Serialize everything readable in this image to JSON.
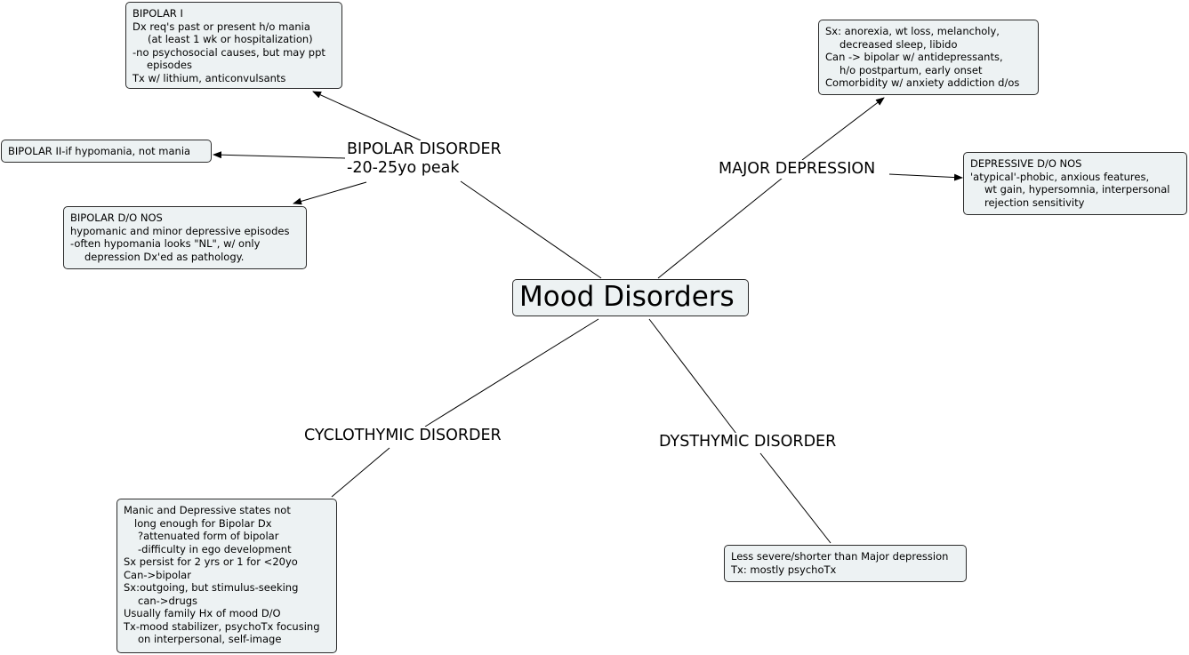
{
  "center": {
    "title": "Mood Disorders"
  },
  "topics": {
    "bipolar": {
      "line1": "BIPOLAR DISORDER",
      "line2": "-20-25yo peak"
    },
    "major_depression": {
      "label": "MAJOR DEPRESSION"
    },
    "cyclothymic": {
      "label": "CYCLOTHYMIC DISORDER"
    },
    "dysthymic": {
      "label": "DYSTHYMIC DISORDER"
    }
  },
  "notes": {
    "bipolar_1": {
      "lines": [
        "BIPOLAR I",
        "Dx req's past or present h/o mania",
        "(at least 1 wk or hospitalization)",
        "-no psychosocial causes, but may ppt",
        "episodes",
        "Tx w/ lithium, anticonvulsants"
      ]
    },
    "bipolar_2": {
      "lines": [
        "BIPOLAR II-if hypomania, not mania"
      ]
    },
    "bipolar_nos": {
      "lines": [
        "BIPOLAR D/O NOS",
        "hypomanic and minor depressive episodes",
        "-often hypomania looks \"NL\", w/ only",
        "depression Dx'ed as pathology."
      ]
    },
    "major_depression_sx": {
      "lines": [
        "Sx: anorexia, wt loss, melancholy,",
        "decreased sleep, libido",
        "Can -> bipolar w/ antidepressants,",
        "h/o postpartum, early onset",
        "Comorbidity w/ anxiety addiction d/os"
      ]
    },
    "depressive_nos": {
      "lines": [
        "DEPRESSIVE D/O NOS",
        "'atypical'-phobic, anxious features,",
        "wt gain, hypersomnia, interpersonal",
        "rejection sensitivity"
      ]
    },
    "cyclothymic_details": {
      "lines": [
        "Manic and Depressive states not",
        "long enough for Bipolar Dx",
        "?attenuated form of bipolar",
        "-difficulty in ego development",
        "Sx persist for 2 yrs or 1 for <20yo",
        "Can->bipolar",
        "Sx:outgoing, but stimulus-seeking",
        "can->drugs",
        "Usually family Hx of mood D/O",
        "Tx-mood stabilizer, psychoTx focusing",
        "on interpersonal, self-image"
      ]
    },
    "dysthymic_details": {
      "lines": [
        "Less severe/shorter than Major depression",
        "Tx: mostly psychoTx"
      ]
    }
  },
  "colors": {
    "node_fill": "#edf2f3",
    "node_border": "#2b2b2b",
    "line": "#000000"
  }
}
